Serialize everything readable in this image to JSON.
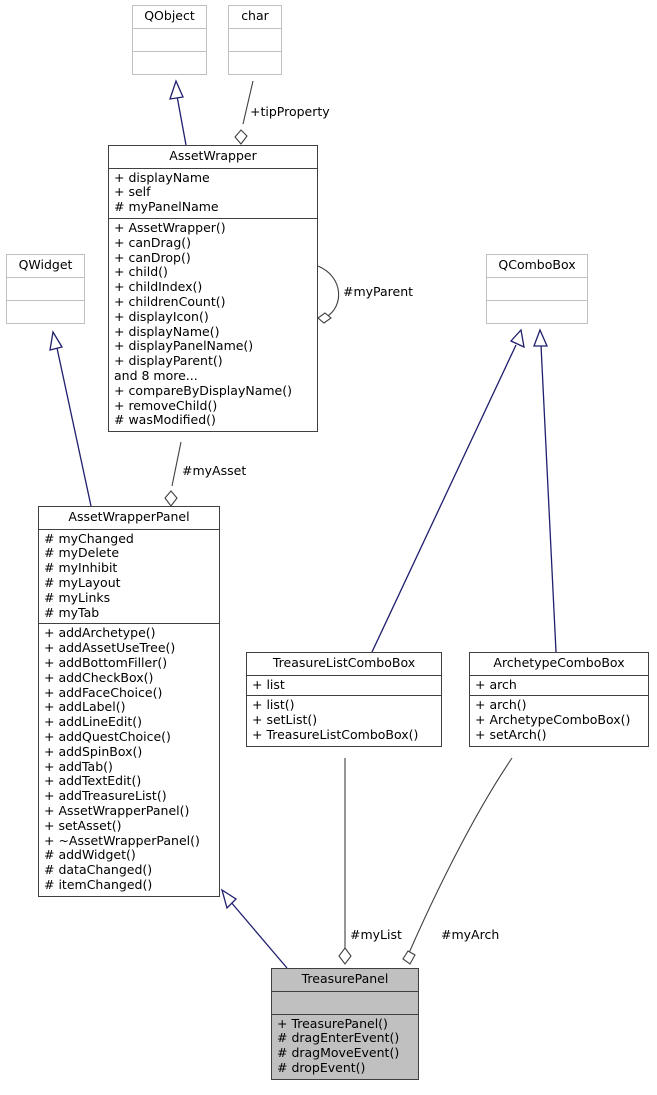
{
  "diagram": {
    "type": "uml-class-diagram",
    "title": "TreasurePanel class inheritance diagram",
    "colors": {
      "inheritance_edge": "#1f1f6e",
      "association_edge": "#404040",
      "node_border": "#404040",
      "faded_node_border": "#c0c0c0",
      "selected_node_fill": "#c0c0c0",
      "background": "#ffffff"
    }
  },
  "nodes": {
    "qobject": {
      "name": "QObject",
      "attributes": [],
      "operations": []
    },
    "char": {
      "name": "char",
      "attributes": [],
      "operations": []
    },
    "qwidget": {
      "name": "QWidget",
      "attributes": [],
      "operations": []
    },
    "qcombobox": {
      "name": "QComboBox",
      "attributes": [],
      "operations": []
    },
    "asset_wrapper": {
      "name": "AssetWrapper",
      "attributes": [
        "+ displayName",
        "+ self",
        "# myPanelName"
      ],
      "operations": [
        "+ AssetWrapper()",
        "+ canDrag()",
        "+ canDrop()",
        "+ child()",
        "+ childIndex()",
        "+ childrenCount()",
        "+ displayIcon()",
        "+ displayName()",
        "+ displayPanelName()",
        "+ displayParent()",
        "and 8 more...",
        "+ compareByDisplayName()",
        "+ removeChild()",
        "# wasModified()"
      ]
    },
    "asset_wrapper_panel": {
      "name": "AssetWrapperPanel",
      "attributes": [
        "# myChanged",
        "# myDelete",
        "# myInhibit",
        "# myLayout",
        "# myLinks",
        "# myTab"
      ],
      "operations": [
        "+ addArchetype()",
        "+ addAssetUseTree()",
        "+ addBottomFiller()",
        "+ addCheckBox()",
        "+ addFaceChoice()",
        "+ addLabel()",
        "+ addLineEdit()",
        "+ addQuestChoice()",
        "+ addSpinBox()",
        "+ addTab()",
        "+ addTextEdit()",
        "+ addTreasureList()",
        "+ AssetWrapperPanel()",
        "+ setAsset()",
        "+ ~AssetWrapperPanel()",
        "# addWidget()",
        "# dataChanged()",
        "# itemChanged()"
      ]
    },
    "treasure_list_combo_box": {
      "name": "TreasureListComboBox",
      "attributes": [
        "+ list"
      ],
      "operations": [
        "+ list()",
        "+ setList()",
        "+ TreasureListComboBox()"
      ]
    },
    "archetype_combo_box": {
      "name": "ArchetypeComboBox",
      "attributes": [
        "+ arch"
      ],
      "operations": [
        "+ arch()",
        "+ ArchetypeComboBox()",
        "+ setArch()"
      ]
    },
    "treasure_panel": {
      "name": "TreasurePanel",
      "attributes": [],
      "operations": [
        "+ TreasurePanel()",
        "# dragEnterEvent()",
        "# dragMoveEvent()",
        "# dropEvent()"
      ]
    }
  },
  "edge_labels": {
    "tip_property": "+tipProperty",
    "my_parent": "#myParent",
    "my_asset": "#myAsset",
    "my_list": "#myList",
    "my_arch": "#myArch"
  },
  "relationships": [
    {
      "kind": "inheritance",
      "from": "asset_wrapper",
      "to": "qobject"
    },
    {
      "kind": "aggregation",
      "from": "asset_wrapper",
      "to": "char",
      "label": "+tipProperty"
    },
    {
      "kind": "aggregation",
      "from": "asset_wrapper",
      "to": "asset_wrapper",
      "label": "#myParent"
    },
    {
      "kind": "inheritance",
      "from": "asset_wrapper_panel",
      "to": "qwidget"
    },
    {
      "kind": "aggregation",
      "from": "asset_wrapper_panel",
      "to": "asset_wrapper",
      "label": "#myAsset"
    },
    {
      "kind": "inheritance",
      "from": "treasure_list_combo_box",
      "to": "qcombobox"
    },
    {
      "kind": "inheritance",
      "from": "archetype_combo_box",
      "to": "qcombobox"
    },
    {
      "kind": "inheritance",
      "from": "treasure_panel",
      "to": "asset_wrapper_panel"
    },
    {
      "kind": "aggregation",
      "from": "treasure_panel",
      "to": "treasure_list_combo_box",
      "label": "#myList"
    },
    {
      "kind": "aggregation",
      "from": "treasure_panel",
      "to": "archetype_combo_box",
      "label": "#myArch"
    }
  ]
}
